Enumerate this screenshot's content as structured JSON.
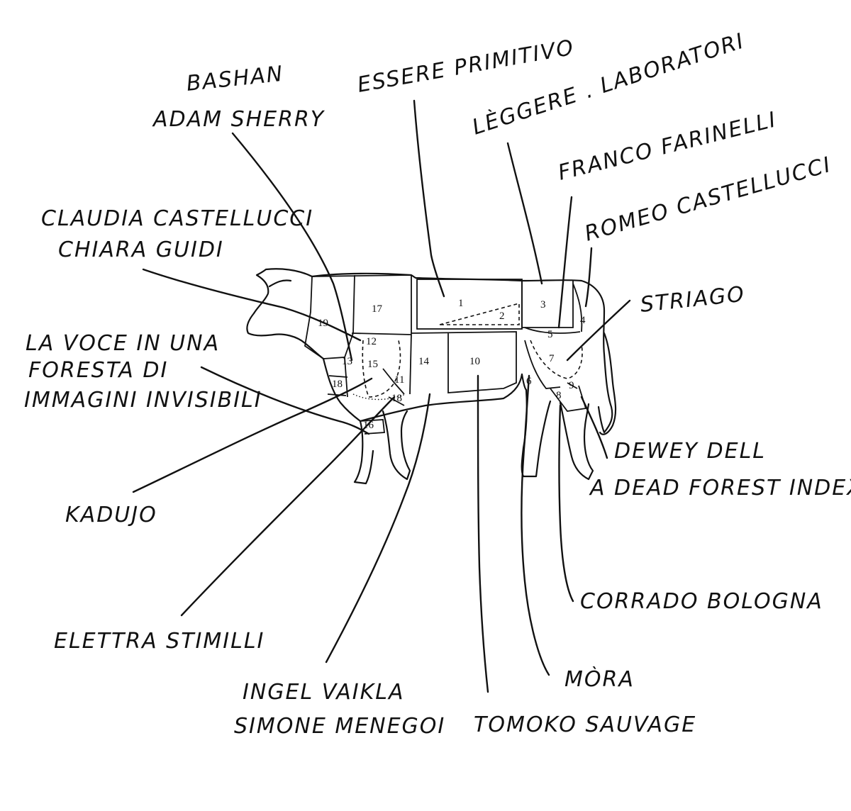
{
  "labels": {
    "bashan": "BASHAN",
    "adam_sherry": "ADAM SHERRY",
    "essere_primitivo": "ESSERE PRIMITIVO",
    "leggere_laboratori": "LÈGGERE . LABORATORI",
    "franco_farinelli": "FRANCO FARINELLI",
    "romeo_castellucci": "ROMEO CASTELLUCCI",
    "claudia_castellucci": "CLAUDIA CASTELLUCCI",
    "chiara_guidi": "CHIARA GUIDI",
    "striago": "STRIAGO",
    "la_voce_1": "LA VOCE IN UNA",
    "la_voce_2": "FORESTA DI",
    "la_voce_3": "IMMAGINI INVISIBILI",
    "dewey_dell": "DEWEY DELL",
    "a_dead_forest_index": "A DEAD FOREST INDEX",
    "kadujo": "KADUJO",
    "corrado_bologna": "CORRADO BOLOGNA",
    "elettra_stimilli": "ELETTRA STIMILLI",
    "mora": "MÒRA",
    "ingel_vaikla": "INGEL VAIKLA",
    "simone_menegoi": "SIMONE MENEGOI",
    "tomoko_sauvage": "TOMOKO SAUVAGE"
  },
  "cuts": {
    "c1": "1",
    "c2": "2",
    "c3": "3",
    "c4": "4",
    "c5": "5",
    "c6": "6",
    "c7": "7",
    "c8": "8",
    "c9": "9",
    "c10": "10",
    "c11": "11",
    "c12": "12",
    "c13": "13",
    "c14": "14",
    "c15": "15",
    "c16": "16",
    "c17": "17",
    "c18a": "18",
    "c18b": "18",
    "c19": "19"
  }
}
